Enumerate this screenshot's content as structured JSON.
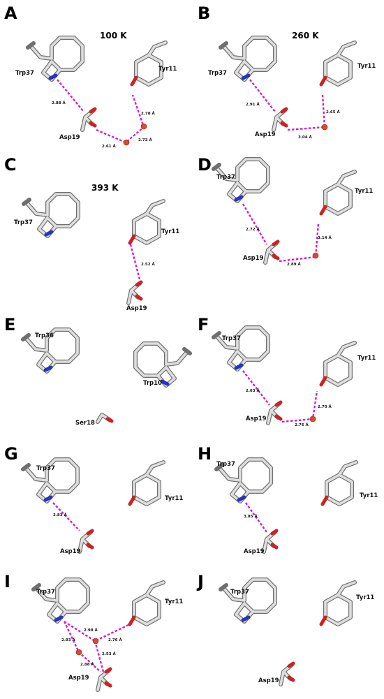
{
  "panels": {
    "A": {
      "letter": "A",
      "temp": "100 K",
      "trp": "Trp37",
      "tyr": "Tyr11",
      "asp": "Asp19",
      "d1": "2.88 Å",
      "d2": "2.61 Å",
      "d3": "2.72 Å",
      "d4": "2.78 Å"
    },
    "B": {
      "letter": "B",
      "temp": "260 K",
      "trp": "Trp37",
      "tyr": "Tyr11",
      "asp": "Asp19",
      "d1": "2.91 Å",
      "d2": "3.04 Å",
      "d3": "2.65 Å"
    },
    "C": {
      "letter": "C",
      "temp": "393 K",
      "trp": "Trp37",
      "tyr": "Tyr11",
      "asp": "Asp19",
      "d1": "2.52 Å"
    },
    "D": {
      "letter": "D",
      "trp": "Trp37",
      "tyr": "Tyr11",
      "asp": "Asp19",
      "d1": "2.72 Å",
      "d2": "2.89 Å",
      "d3": "3.14 Å"
    },
    "E": {
      "letter": "E",
      "trp36": "Trp36",
      "trp10": "Trp10",
      "ser": "Ser18"
    },
    "F": {
      "letter": "F",
      "trp": "Trp37",
      "tyr": "Tyr11",
      "asp": "Asp19",
      "d1": "2.63 Å",
      "d2": "2.76 Å",
      "d3": "2.70 Å"
    },
    "G": {
      "letter": "G",
      "trp": "Trp37",
      "tyr": "Tyr11",
      "asp": "Asp19",
      "d1": "2.83 Å"
    },
    "H": {
      "letter": "H",
      "trp": "Trp37",
      "tyr": "Tyr11",
      "asp": "Asp19",
      "d1": "3.85 Å"
    },
    "I": {
      "letter": "I",
      "trp": "Trp37",
      "tyr": "Tyr11",
      "asp": "Asp19",
      "d1": "2.93 Å",
      "d2": "2.98 Å",
      "d3": "2.76 Å",
      "d4": "2.53 Å",
      "d5": "2.88 Å"
    },
    "J": {
      "letter": "J",
      "trp": "Trp37",
      "tyr": "Tyr11",
      "asp": "Asp19"
    }
  },
  "colors": {
    "carbon": "#dedede",
    "nitrogen": "#2534c0",
    "oxygen": "#cc2222",
    "hbond": "#d51ad5",
    "water": "#d94a30"
  }
}
